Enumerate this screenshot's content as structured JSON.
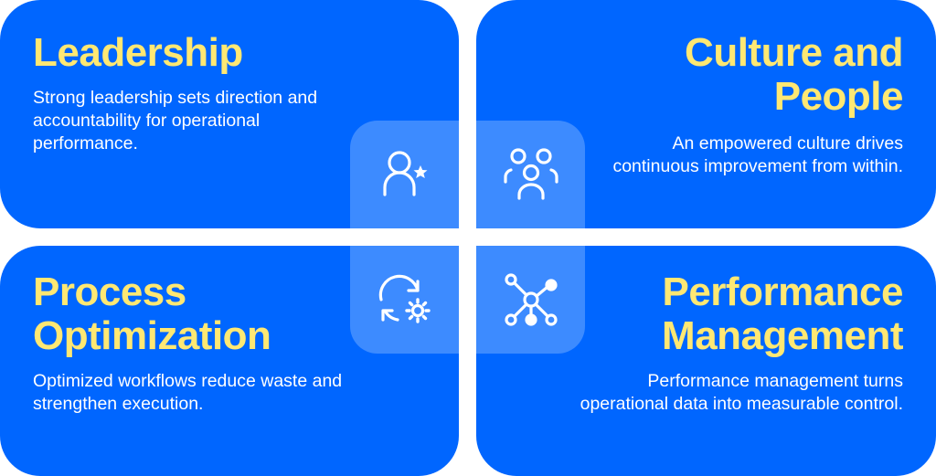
{
  "colors": {
    "card_background": "#0066FF",
    "tile_background": "#3D8BFF",
    "title": "#FFE873",
    "description": "#FFFFFF",
    "gap": "#FFFFFF"
  },
  "quadrants": [
    {
      "title": "Leadership",
      "description": "Strong leadership sets direction and accountability for operational performance.",
      "icon": "user-star-icon"
    },
    {
      "title_line1": "Culture and",
      "title_line2": "People",
      "description": "An empowered culture drives continuous improvement from within.",
      "icon": "users-group-icon"
    },
    {
      "title_line1": "Process",
      "title_line2": "Optimization",
      "description": "Optimized workflows reduce waste and strengthen execution.",
      "icon": "refresh-gear-icon"
    },
    {
      "title_line1": "Performance",
      "title_line2": "Management",
      "description": "Performance management turns operational data into measurable control.",
      "icon": "hub-network-icon"
    }
  ]
}
